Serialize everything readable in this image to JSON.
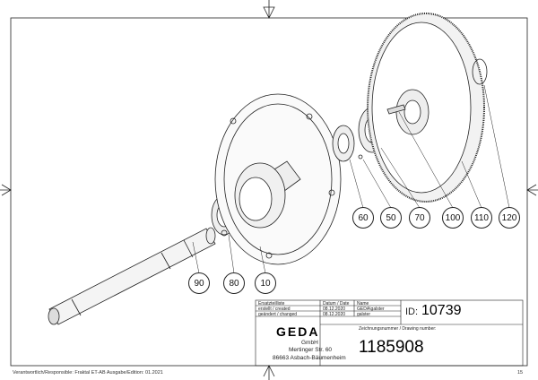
{
  "callouts": [
    "90",
    "80",
    "10",
    "60",
    "50",
    "70",
    "100",
    "110",
    "120"
  ],
  "title_block": {
    "parts_list": "Ersatzteilliste",
    "date_header": "Datum / Date",
    "name_header": "Name",
    "created_label": "erstellt / created",
    "created_date": "08.12.2020",
    "created_name": "GEDA\\galster",
    "changed_label": "geändert / changed",
    "changed_date": "08.12.2020",
    "changed_name": "galster",
    "id_label": "ID:",
    "id_value": "10739",
    "drawing_number_label": "Zeichnungsnummer / Drawing number:",
    "drawing_number": "1185908",
    "company_logo": "GEDA",
    "company_form": "GmbH",
    "street": "Mertinger Str. 60",
    "city": "86663 Asbach-Bäumenheim"
  },
  "footer": {
    "responsible": "Verantwortlich/Responsible: Fraktal ET-AB Ausgabe/Edition: 01.2021",
    "page_number": "15"
  }
}
